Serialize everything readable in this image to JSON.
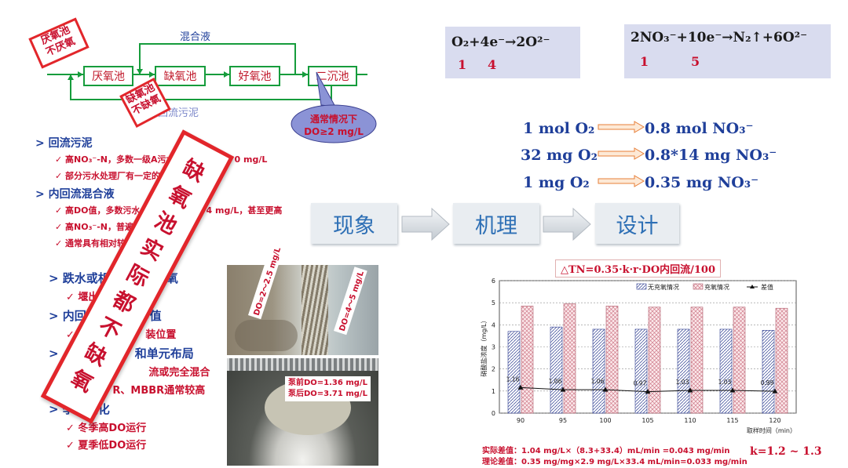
{
  "process": {
    "mixed_liquor": "混合液",
    "boxes": [
      "厌氧池",
      "缺氧池",
      "好氧池",
      "二沉池"
    ],
    "sludge_return": "回流污泥",
    "stamp_anaerobic": [
      "厌氧池",
      "不厌氧"
    ],
    "stamp_anoxic": [
      "缺氧池",
      "不缺氧"
    ],
    "callout": [
      "通常情况下",
      "DO≥2 mg/L"
    ]
  },
  "left_text": {
    "items": [
      {
        "level": 1,
        "text": "回流污泥"
      },
      {
        "level": 2,
        "text": "高NO₃⁻-N，多数一级A污水",
        "tail": "0 mg/L"
      },
      {
        "level": 2,
        "text": "部分污水处理厂有一定的"
      },
      {
        "level": 1,
        "text": "内回流混合液"
      },
      {
        "level": 2,
        "text": "高DO值，多数污水",
        "tail": "4 mg/L，甚至更高"
      },
      {
        "level": 2,
        "text": "高NO₃⁻-N，普遍超"
      },
      {
        "level": 2,
        "text": "通常具有相对较"
      }
    ],
    "items2": [
      {
        "level": 1,
        "text": "跌水或机",
        "tail": "氧"
      },
      {
        "level": 2,
        "text": "堰出"
      },
      {
        "level": 1,
        "text": "内回",
        "tail": "O值"
      },
      {
        "level": 2,
        "text": "",
        "tail": "装位置"
      },
      {
        "level": 1,
        "text": "",
        "tail": "和单元布局"
      },
      {
        "level": 2,
        "text": "",
        "tail": "流或完全混合"
      },
      {
        "level": 2,
        "text": "",
        "tail": "R、MBBR通常较高"
      },
      {
        "level": 1,
        "text": "季节变化"
      },
      {
        "level": 2,
        "text": "冬季高DO运行"
      },
      {
        "level": 2,
        "text": "夏季低DO运行"
      }
    ],
    "big_stamp": [
      "缺",
      "氧",
      "池",
      "实",
      "际",
      "都",
      "不",
      "缺",
      "氧"
    ]
  },
  "photos": {
    "top_labels": [
      "DO=2～2.5 mg/L",
      "DO=4～5 mg/L"
    ],
    "bottom_labels": [
      "泵前DO=1.36 mg/L",
      "泵后DO=3.71 mg/L"
    ]
  },
  "equations": {
    "eq1": {
      "text": "O₂+4e⁻→2O²⁻",
      "nums": [
        "1",
        "4"
      ]
    },
    "eq2": {
      "text": "2NO₃⁻+10e⁻→N₂↑+6O²⁻",
      "nums": [
        "1",
        "5"
      ]
    }
  },
  "conversions": [
    {
      "left": "1 mol O₂",
      "right": "0.8 mol NO₃⁻"
    },
    {
      "left": "32 mg O₂",
      "right": "0.8*14 mg NO₃⁻"
    },
    {
      "left": "1 mg O₂",
      "right": "0.35 mg NO₃⁻"
    }
  ],
  "flow": [
    "现象",
    "机理",
    "设计"
  ],
  "formula": "△TN=0.35·k·r·DO内回流/100",
  "notes": {
    "actual": "实际差值：1.04 mg/L×（8.3+33.4）mL/min =0.043 mg/min",
    "theory": "理论差值：0.35 mg/mg×2.9 mg/L×33.4 mL/min=0.033 mg/min",
    "k": "k=1.2 ~ 1.3"
  },
  "colors": {
    "green": "#169c3c",
    "red": "#c8102e",
    "blue": "#1f3f9a",
    "eq_bg": "#d9dcef"
  },
  "chart_data": {
    "type": "bar",
    "ylabel": "硝酸盐浓度（mg/L）",
    "xlabel": "取样时间（min）",
    "categories": [
      "90",
      "95",
      "100",
      "105",
      "110",
      "115",
      "120"
    ],
    "ylim": [
      0,
      6
    ],
    "yticks": [
      "0",
      "1",
      "2",
      "3",
      "4",
      "5",
      "6"
    ],
    "legend_position": "top-right",
    "series": [
      {
        "name": "无充氧情况",
        "type": "bar",
        "values": [
          3.7,
          3.9,
          3.8,
          3.8,
          3.8,
          3.8,
          3.75
        ]
      },
      {
        "name": "充氧情况",
        "type": "bar",
        "values": [
          4.85,
          4.95,
          4.85,
          4.8,
          4.8,
          4.8,
          4.75
        ]
      },
      {
        "name": "差值",
        "type": "line",
        "values": [
          1.16,
          1.06,
          1.06,
          0.97,
          1.03,
          1.03,
          0.99
        ]
      }
    ],
    "point_labels": [
      "1.16",
      "1.06",
      "1.06",
      "0.97",
      "1.03",
      "1.03",
      "0.99"
    ]
  }
}
